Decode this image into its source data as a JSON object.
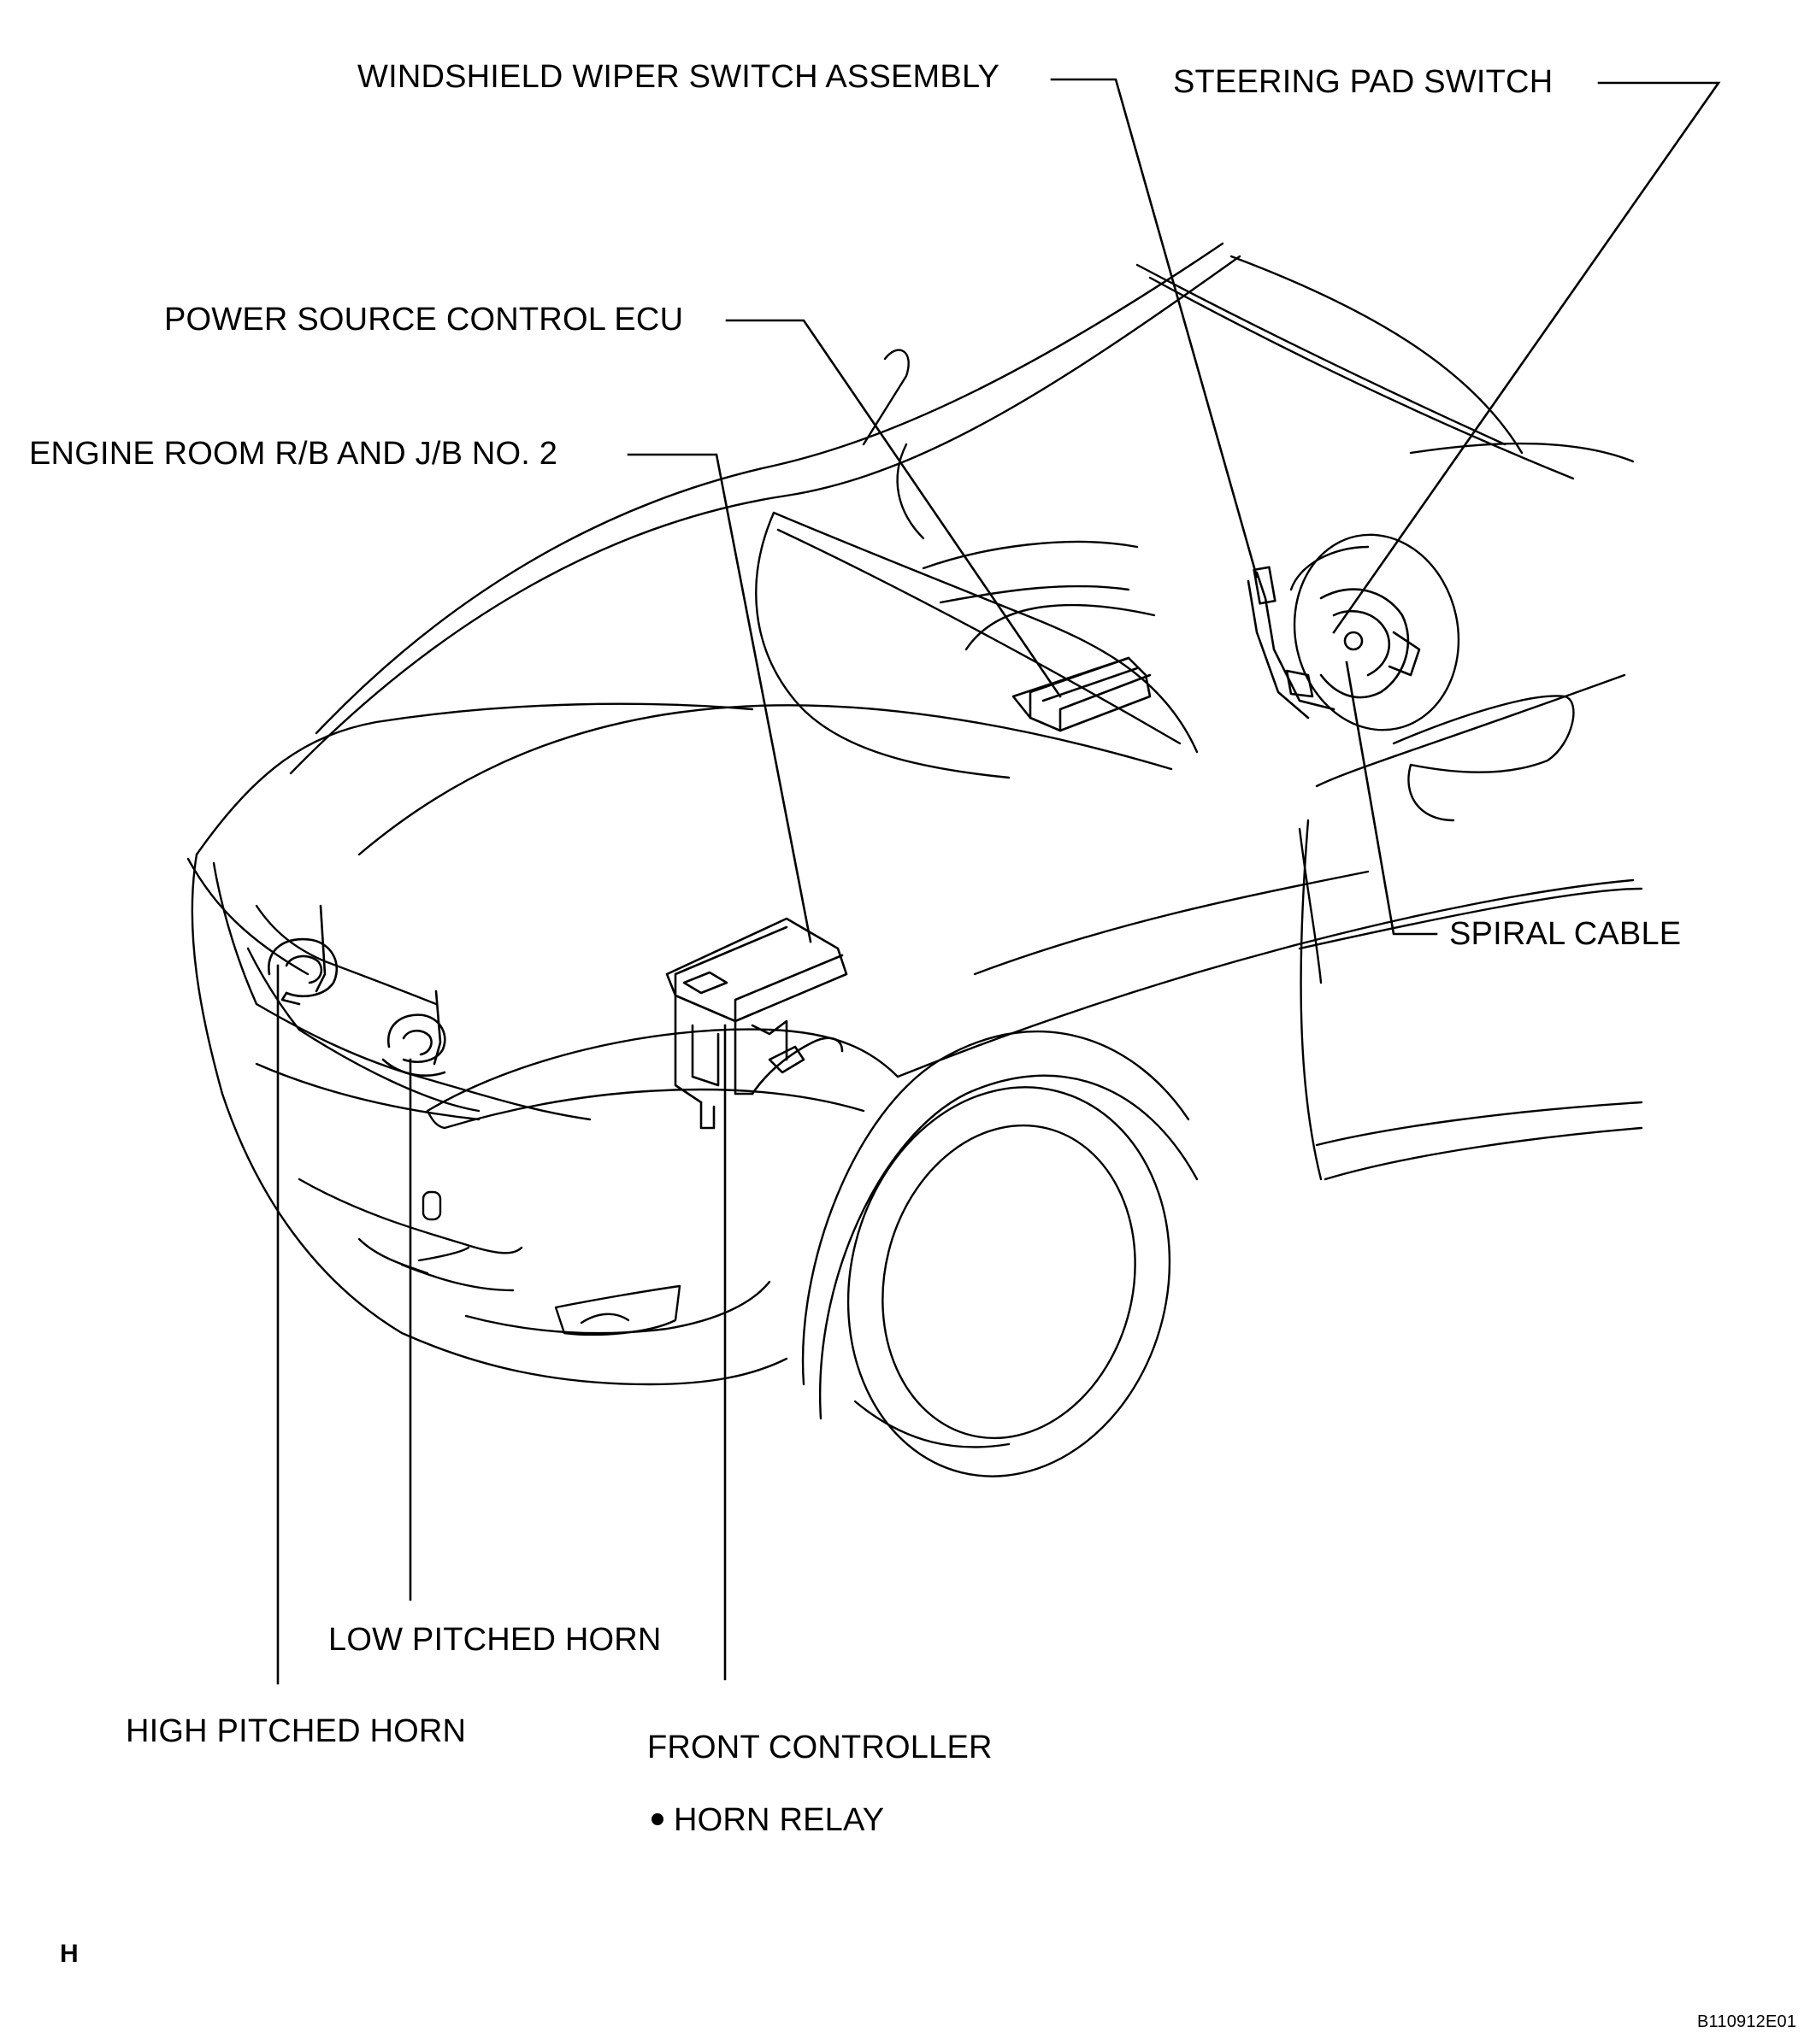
{
  "diagram": {
    "labels": {
      "wiper_switch": "WINDSHIELD WIPER SWITCH ASSEMBLY",
      "steering_pad": "STEERING PAD SWITCH",
      "power_ecu": "POWER SOURCE CONTROL ECU",
      "engine_room_rb": "ENGINE ROOM R/B AND J/B NO. 2",
      "spiral_cable": "SPIRAL CABLE",
      "low_horn": "LOW PITCHED HORN",
      "high_horn": "HIGH PITCHED HORN",
      "front_controller": "FRONT CONTROLLER",
      "horn_relay": "HORN RELAY"
    },
    "footer": {
      "section_letter": "H",
      "figure_code": "B110912E01"
    }
  }
}
